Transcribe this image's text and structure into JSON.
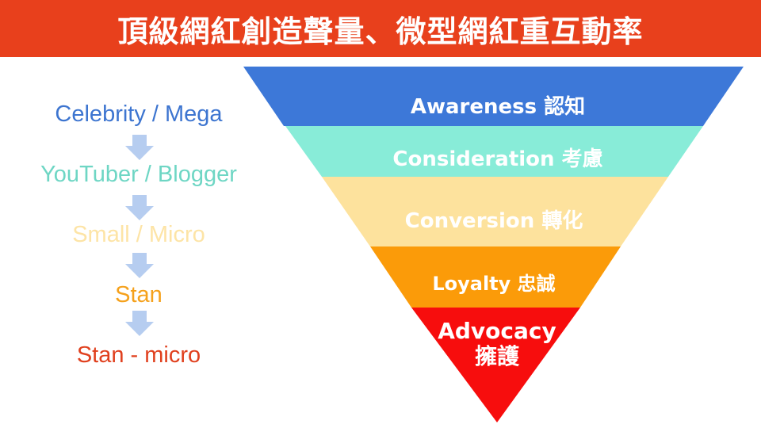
{
  "title": "頂級網紅創造聲量、微型網紅重互動率",
  "tiers": [
    {
      "label": "Celebrity / Mega",
      "color": "#3d75d0"
    },
    {
      "label": "YouTuber / Blogger",
      "color": "#6ed6c4"
    },
    {
      "label": "Small / Micro",
      "color": "#fde4a6"
    },
    {
      "label": "Stan",
      "color": "#f5a11c"
    },
    {
      "label": "Stan - micro",
      "color": "#e0401e"
    }
  ],
  "arrow_color": "#b6cdf0",
  "funnel": [
    {
      "label": "Awareness 認知",
      "color": "#3d78d8"
    },
    {
      "label": "Consideration 考慮",
      "color": "#88ecd8"
    },
    {
      "label": "Conversion 轉化",
      "color": "#fde29d"
    },
    {
      "label": "Loyalty 忠誠",
      "color": "#fb9b09"
    },
    {
      "label": "Advocacy\n擁護",
      "color": "#f70d0d"
    }
  ]
}
